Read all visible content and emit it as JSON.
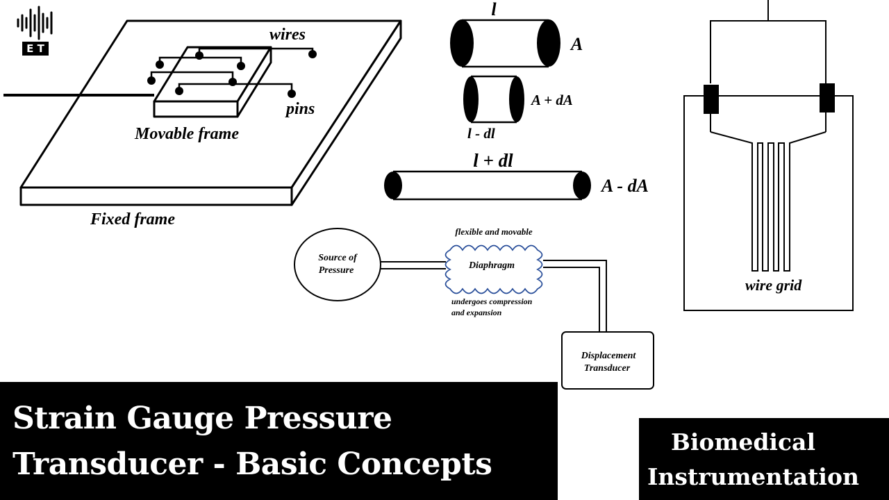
{
  "logo": {
    "icon": "sound-wave-icon",
    "text": "E T"
  },
  "frames": {
    "wires_label": "wires",
    "pins_label": "pins",
    "movable_label": "Movable frame",
    "fixed_label": "Fixed frame"
  },
  "cylinders": {
    "top": {
      "length": "l",
      "area": "A"
    },
    "compressed": {
      "length": "l - dl",
      "area": "A + dA"
    },
    "stretched": {
      "length": "l + dl",
      "area": "A - dA"
    }
  },
  "pressure": {
    "source_line1": "Source of",
    "source_line2": "Pressure",
    "diaphragm": "Diaphragm",
    "flex_note": "flexible and movable",
    "comp_line1": "undergoes compression",
    "comp_line2": "and expansion",
    "disp_line1": "Displacement",
    "disp_line2": "Transducer"
  },
  "grid": {
    "label": "wire grid"
  },
  "title": {
    "line1": "Strain Gauge Pressure",
    "line2": "Transducer - Basic Concepts"
  },
  "tag": {
    "line1": "Biomedical",
    "line2": "Instrumentation"
  },
  "colors": {
    "ink": "#000000",
    "paper": "#ffffff",
    "diaphragm_outline": "#2a4f9a"
  }
}
